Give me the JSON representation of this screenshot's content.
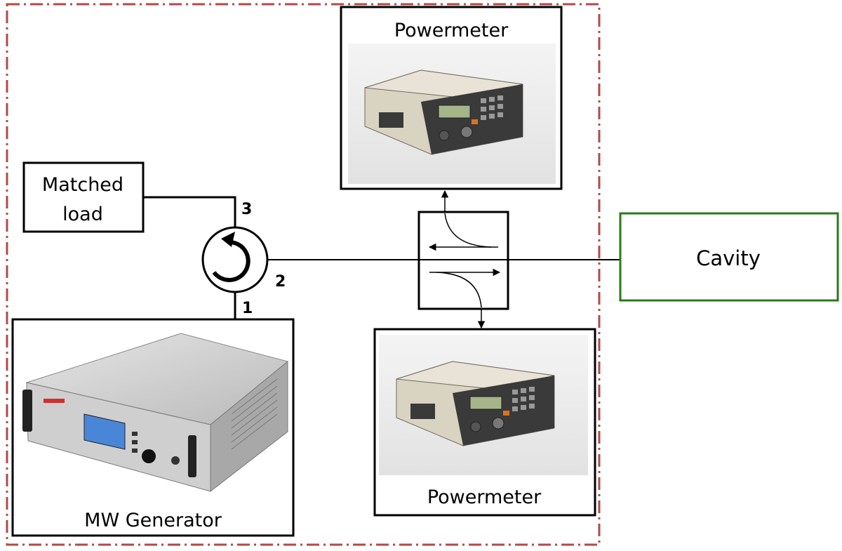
{
  "labels": {
    "powermeter_top": "Powermeter",
    "powermeter_bottom": "Powermeter",
    "matched_load_line1": "Matched",
    "matched_load_line2": "load",
    "cavity": "Cavity",
    "mw_generator": "MW Generator",
    "port1": "1",
    "port2": "2",
    "port3": "3"
  },
  "colors": {
    "enclosure_border": "#b04a4a",
    "cavity_border": "#2a7a1a",
    "line": "#000000"
  },
  "icons": {
    "circulator": "circulator-icon",
    "coupler": "directional-coupler-icon",
    "powermeter_image": "powermeter-device-image",
    "generator_image": "microwave-generator-device-image"
  }
}
